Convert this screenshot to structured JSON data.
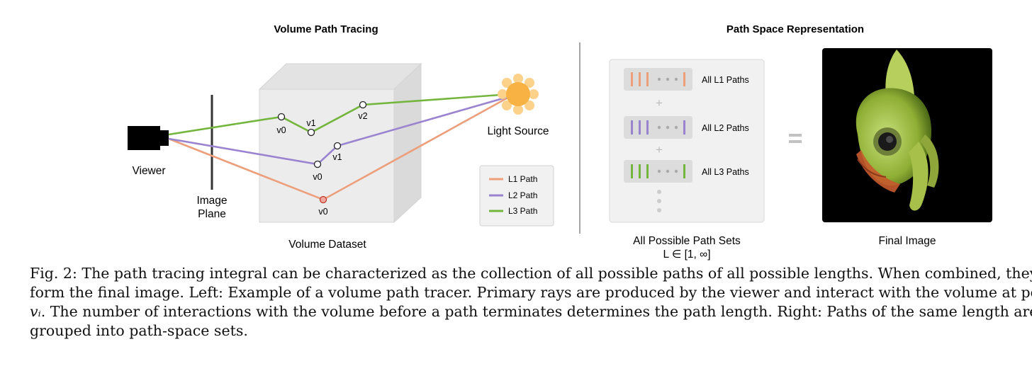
{
  "left_panel": {
    "title": "Volume Path Tracing",
    "viewer_label": "Viewer",
    "image_plane_label_1": "Image",
    "image_plane_label_2": "Plane",
    "volume_label": "Volume Dataset",
    "light_label": "Light Source",
    "vertex_labels": {
      "l3_v0": "v0",
      "l3_v1": "v1",
      "l3_v2": "v2",
      "l2_v0": "v0",
      "l2_v1": "v1",
      "l1_v0": "v0"
    },
    "legend": [
      {
        "label": "L1 Path",
        "color": "#ed9f7c"
      },
      {
        "label": "L2 Path",
        "color": "#9a84d0"
      },
      {
        "label": "L3 Path",
        "color": "#74b53d"
      }
    ]
  },
  "right_panel": {
    "title": "Path Space Representation",
    "sets": [
      {
        "label": "All L1 Paths",
        "color": "#ed9f7c"
      },
      {
        "label": "All L2 Paths",
        "color": "#9a84d0"
      },
      {
        "label": "All L3 Paths",
        "color": "#74b53d"
      }
    ],
    "sets_label_1": "All Possible Path Sets",
    "sets_label_2": "L ∈ [1, ∞]",
    "final_label": "Final Image"
  },
  "caption": {
    "line1": "Fig. 2: The path tracing integral can be characterized as the collection of all possible paths of all possible lengths. When combined, they",
    "line2": "form the final image. Left: Example of a volume path tracer. Primary rays are produced by the viewer and interact with the volume at points",
    "line3_var": "vᵢ",
    "line3": ". The number of interactions with the volume before a path terminates determines the path length. Right: Paths of the same length are",
    "line4": "grouped into path-space sets."
  }
}
